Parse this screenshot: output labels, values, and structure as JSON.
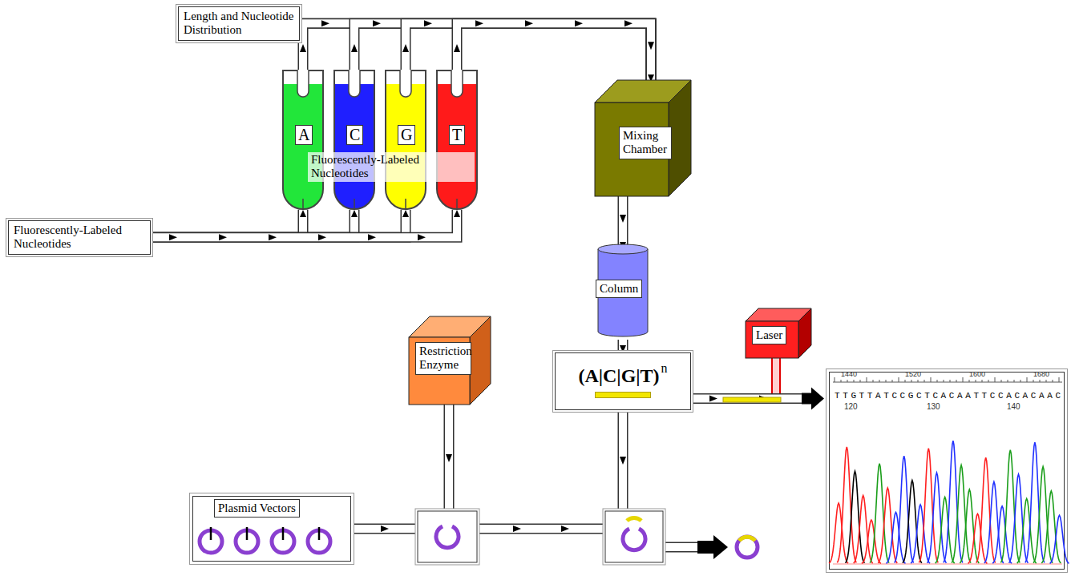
{
  "diagram": {
    "nodes": [
      {
        "text": [
          "Length and Nucleotide Distribution"
        ]
      },
      {
        "text": [
          "Fluorescently-Labeled Nucleotides"
        ]
      },
      {
        "text": [
          "A"
        ]
      },
      {
        "text": [
          "C"
        ]
      },
      {
        "text": [
          "G"
        ]
      },
      {
        "text": [
          "T"
        ]
      },
      {
        "text": [
          "Mixing Chamber"
        ]
      },
      {
        "text": [
          "Column"
        ]
      },
      {
        "text": [
          "(A|C|G|T)",
          "n"
        ]
      },
      {
        "text": [
          "Laser"
        ]
      },
      {
        "text": [
          "1440",
          "1520",
          "1600",
          "1680",
          "TTGTTATCCGCTCACAATTCCACACAAC",
          "120",
          "130",
          "140"
        ]
      },
      {
        "text": [
          "Restriction Enzyme"
        ]
      },
      {
        "text": [
          "Plasmid Vectors"
        ]
      }
    ],
    "edges": [
      {
        "from": 0,
        "to": 6,
        "arrow": "to"
      },
      {
        "from": 2,
        "to": 6,
        "arrow": "to"
      },
      {
        "from": 3,
        "to": 6,
        "arrow": "to"
      },
      {
        "from": 4,
        "to": 6,
        "arrow": "to"
      },
      {
        "from": 5,
        "to": 6,
        "arrow": "to"
      },
      {
        "from": 1,
        "to": 2,
        "arrow": "to"
      },
      {
        "from": 1,
        "to": 3,
        "arrow": "to"
      },
      {
        "from": 1,
        "to": 4,
        "arrow": "to"
      },
      {
        "from": 1,
        "to": 5,
        "arrow": "to"
      },
      {
        "from": 6,
        "to": 7,
        "arrow": "to"
      },
      {
        "from": 7,
        "to": 8,
        "arrow": "to"
      },
      {
        "from": 8,
        "to": 10,
        "arrow": "to"
      }
    ],
    "labels": [
      "Fluorescently-Labeled Nucleotides"
    ]
  }
}
